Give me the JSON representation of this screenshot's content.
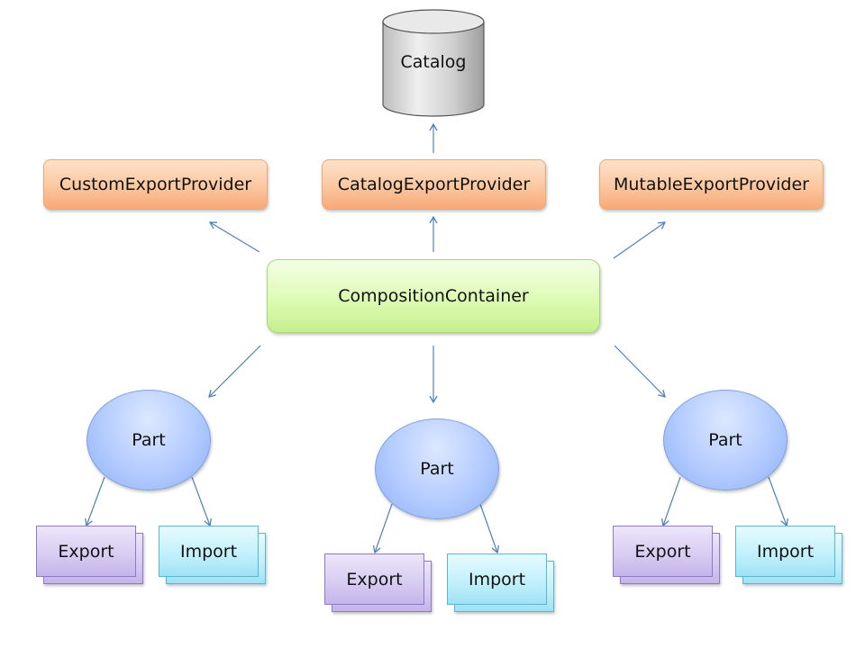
{
  "catalog": {
    "label": "Catalog"
  },
  "providers": {
    "custom": "CustomExportProvider",
    "catalog": "CatalogExportProvider",
    "mutable": "MutableExportProvider"
  },
  "container": {
    "label": "CompositionContainer"
  },
  "parts": [
    {
      "label": "Part",
      "export": "Export",
      "import": "Import"
    },
    {
      "label": "Part",
      "export": "Export",
      "import": "Import"
    },
    {
      "label": "Part",
      "export": "Export",
      "import": "Import"
    }
  ],
  "colors": {
    "provider": "#fbc79f",
    "container": "#ddfbb4",
    "part": "#b3cbff",
    "export": "#d6cbf1",
    "import": "#bfeffb",
    "arrow": "#4f81bd",
    "catalog": "#c8c8c8"
  }
}
